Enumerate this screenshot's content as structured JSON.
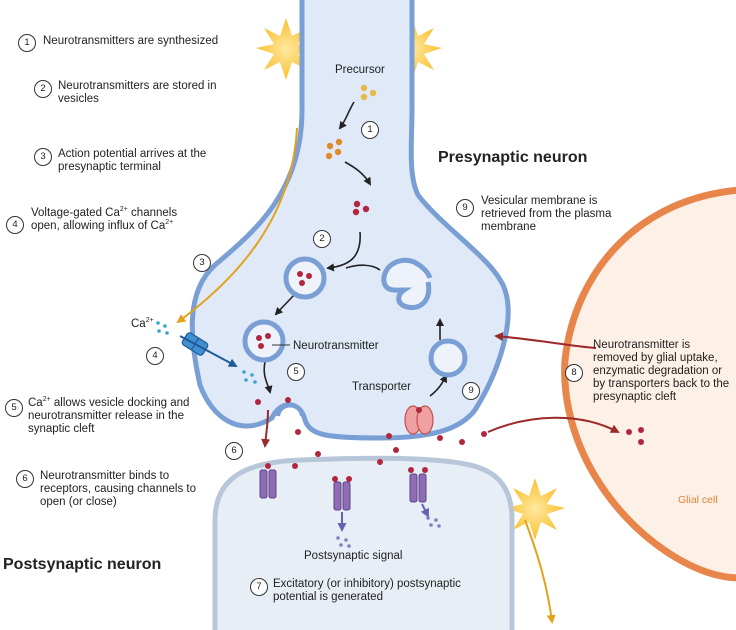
{
  "steps": [
    {
      "num": "1",
      "text": "Neurotransmitters are synthesized"
    },
    {
      "num": "2",
      "text": "Neurotransmitters are stored in vesicles"
    },
    {
      "num": "3",
      "text": "Action potential arrives at the presynaptic terminal"
    },
    {
      "num": "4",
      "text_a": "Voltage-gated Ca",
      "sup_a": "2+",
      "text_b": " channels open, allowing influx of Ca",
      "sup_b": "2+"
    },
    {
      "num": "5",
      "text_a": "Ca",
      "sup_a": "2+",
      "text_b": " allows vesicle docking and neurotransmitter release in the synaptic cleft"
    },
    {
      "num": "6",
      "text": "Neurotransmitter binds to receptors, causing channels to open (or close)"
    },
    {
      "num": "7",
      "text": "Excitatory (or inhibitory) postsynaptic potential is generated"
    },
    {
      "num": "8",
      "text": "Neurotransmitter is removed by glial uptake, enzymatic degradation or by transporters back to the presynaptic cleft"
    },
    {
      "num": "9",
      "text": "Vesicular membrane is retrieved from the plasma membrane"
    }
  ],
  "labels": {
    "precursor": "Precursor",
    "presynaptic": "Presynaptic neuron",
    "postsynaptic": "Postsynaptic neuron",
    "neurotransmitter": "Neurotransmitter",
    "transporter": "Transporter",
    "postsynaptic_signal": "Postsynaptic signal",
    "glial_cell": "Glial cell",
    "ca_text": "Ca",
    "ca_sup": "2+"
  },
  "colors": {
    "membrane": "#7a9fd4",
    "neuron_fill": "#dfe9f7",
    "post_membrane": "#b7c7d9",
    "post_fill": "#e8eef5",
    "glial": "#e8854a",
    "glial_fill": "#fdf0e6",
    "molecule": "#b0273f",
    "precursor": "#e7b84a",
    "intermediate": "#e08a2c",
    "calcium": "#3aa6c9",
    "receptor": "#8f6cb3",
    "signal": "#8a7bc5",
    "flash": "#f9c23c",
    "arrow_yellow": "#e3a21a",
    "arrow_red": "#9b2a2a"
  }
}
